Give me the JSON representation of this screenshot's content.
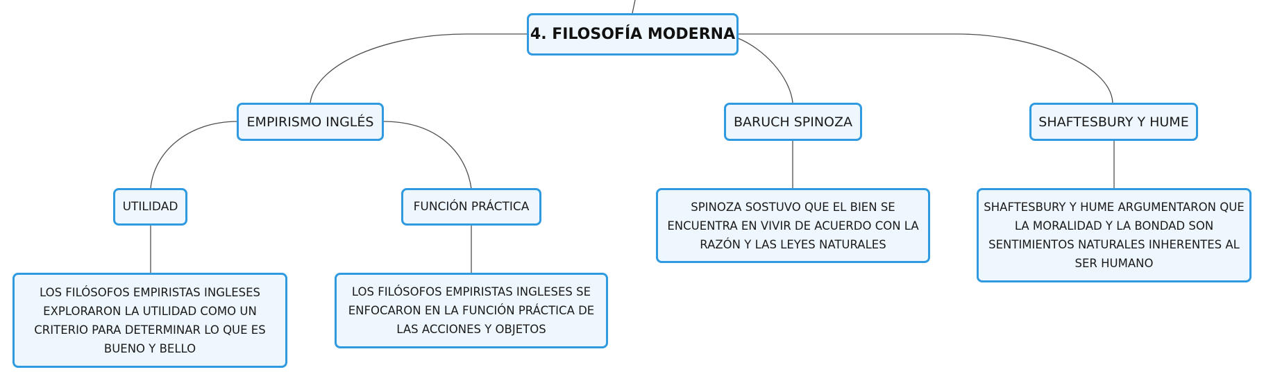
{
  "root": {
    "label": "4. FILOSOFÍA MODERNA"
  },
  "branches": [
    {
      "label": "EMPIRISMO INGLÉS",
      "children": [
        {
          "label": "UTILIDAD",
          "description": "LOS FILÓSOFOS EMPIRISTAS INGLESES EXPLORARON LA UTILIDAD COMO UN CRITERIO PARA DETERMINAR LO QUE ES BUENO Y BELLO"
        },
        {
          "label": "FUNCIÓN PRÁCTICA",
          "description": "LOS FILÓSOFOS EMPIRISTAS INGLESES SE ENFOCARON EN LA FUNCIÓN PRÁCTICA DE LAS ACCIONES Y OBJETOS"
        }
      ]
    },
    {
      "label": "BARUCH SPINOZA",
      "description": "SPINOZA SOSTUVO QUE EL BIEN SE ENCUENTRA EN VIVIR DE ACUERDO CON LA RAZÓN Y LAS LEYES NATURALES"
    },
    {
      "label": "SHAFTESBURY Y HUME",
      "description": "SHAFTESBURY Y HUME ARGUMENTARON QUE LA MORALIDAD Y LA BONDAD SON SENTIMIENTOS NATURALES INHERENTES AL SER HUMANO"
    }
  ],
  "colors": {
    "node_border": "#2f9ae0",
    "node_fill": "#eef7fd",
    "connector": "#4d4d4d"
  }
}
